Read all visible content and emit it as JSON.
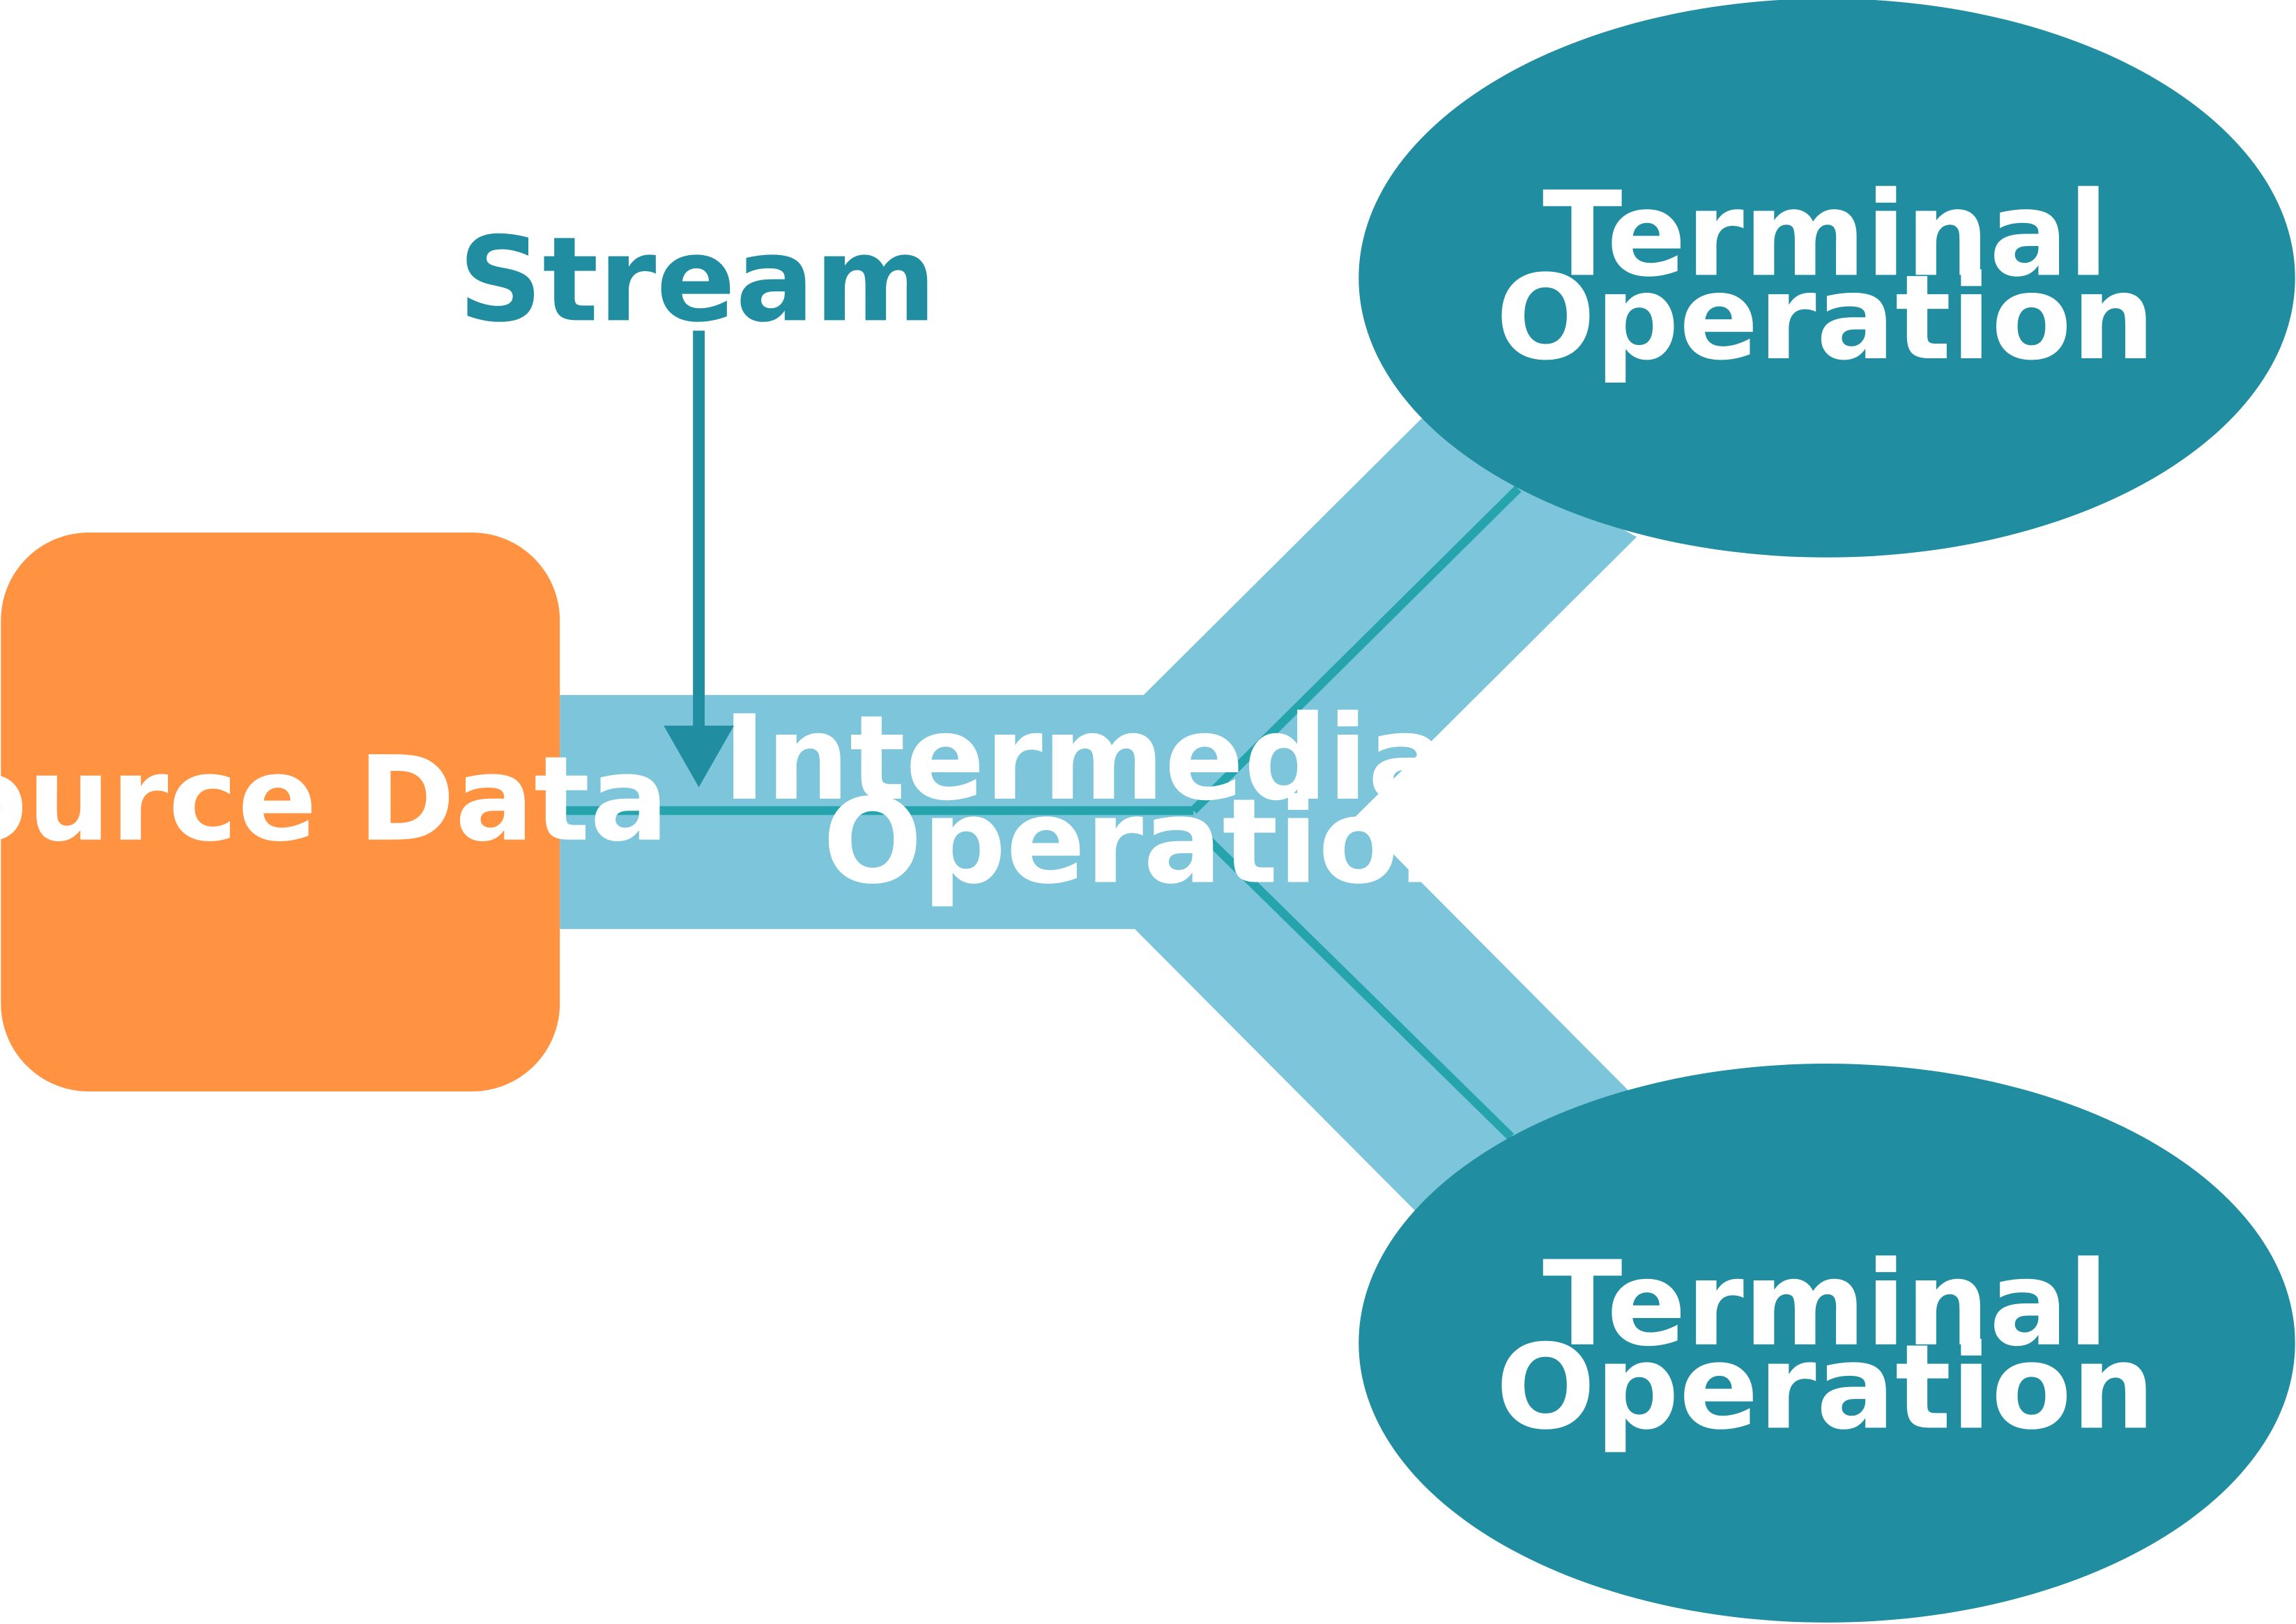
{
  "colors": {
    "source_fill": "#FF9342",
    "pipe_fill": "#7CC5DA",
    "stream_line": "#26A4AD",
    "terminal_fill": "#218DA1",
    "stream_label": "#218DA1",
    "text_on_shape": "#FFFFFF"
  },
  "nodes": {
    "source": {
      "label": "Source Data"
    },
    "intermediate": {
      "line1": "Intermediate",
      "line2": "Operation"
    },
    "terminal_top": {
      "line1": "Terminal",
      "line2": "Operation"
    },
    "terminal_bottom": {
      "line1": "Terminal",
      "line2": "Operation"
    }
  },
  "annotations": {
    "stream": {
      "label": "Stream"
    }
  }
}
